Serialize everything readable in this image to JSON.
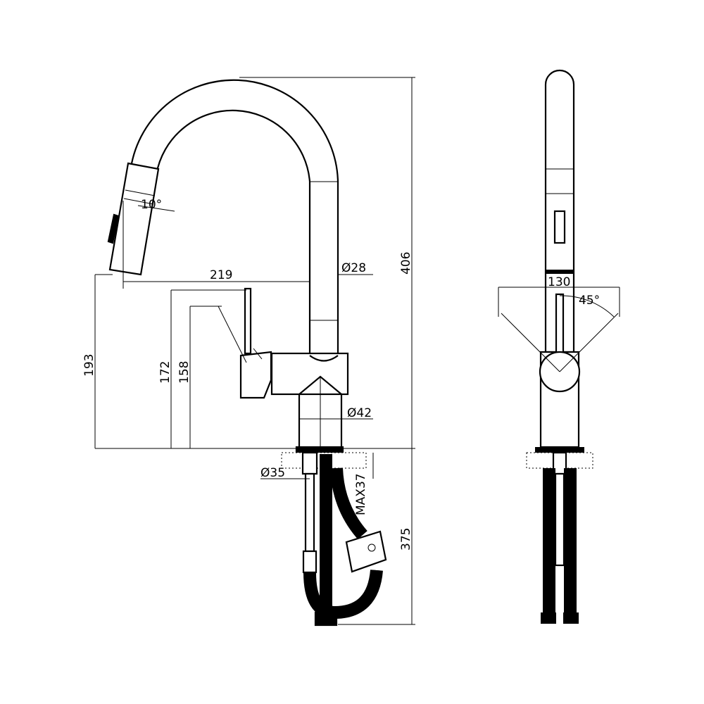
{
  "drawing": {
    "side_view": {
      "dimensions": {
        "spout_reach": "219",
        "spout_diameter": "Ø28",
        "total_height": "406",
        "spout_outlet_height": "193",
        "handle_height": "172",
        "handle_low_height": "158",
        "body_diameter": "Ø42",
        "mounting_hole": "Ø35",
        "max_deck_thickness": "MAX37",
        "under_deck_length": "375",
        "head_tilt_angle": "10°"
      }
    },
    "front_view": {
      "dimensions": {
        "handle_swing": "130",
        "handle_angle": "45°"
      }
    }
  }
}
